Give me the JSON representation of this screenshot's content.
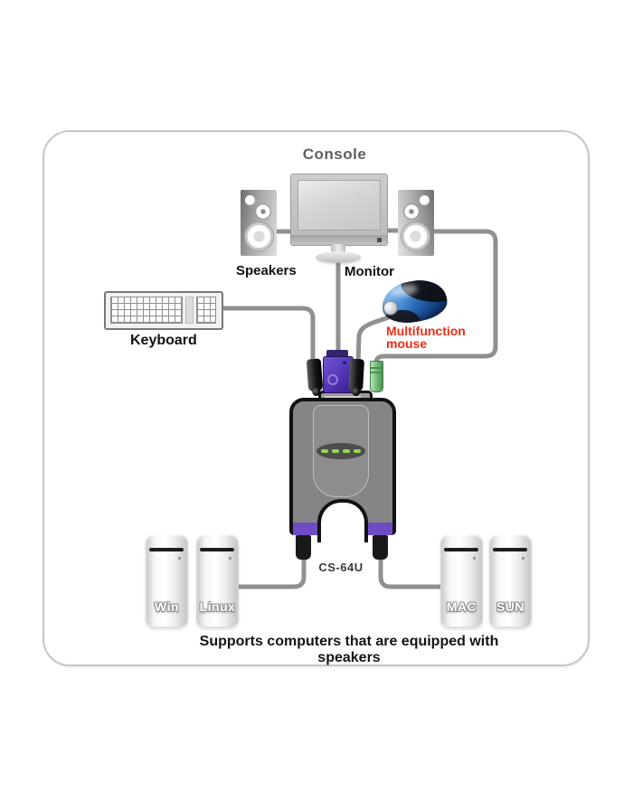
{
  "diagram": {
    "console": {
      "title": "Console",
      "speakers_label": "Speakers",
      "monitor_label": "Monitor",
      "keyboard_label": "Keyboard",
      "mouse_label": "Multifunction mouse"
    },
    "device": {
      "model": "CS-64U",
      "led_count": 4
    },
    "computers": [
      {
        "label": "Win"
      },
      {
        "label": "Linux"
      },
      {
        "label": "MAC"
      },
      {
        "label": "SUN"
      }
    ],
    "caption": "Supports computers that are equipped with speakers",
    "colors": {
      "accent_purple": "#5334b5",
      "leg_band_purple": "#6f4cc4",
      "led_green": "#97d64f",
      "mouse_blue": "#2767b3",
      "mouse_label_red": "#ee2d16",
      "cable_gray": "#909090",
      "card_border_gray": "#c6c6c6"
    }
  }
}
